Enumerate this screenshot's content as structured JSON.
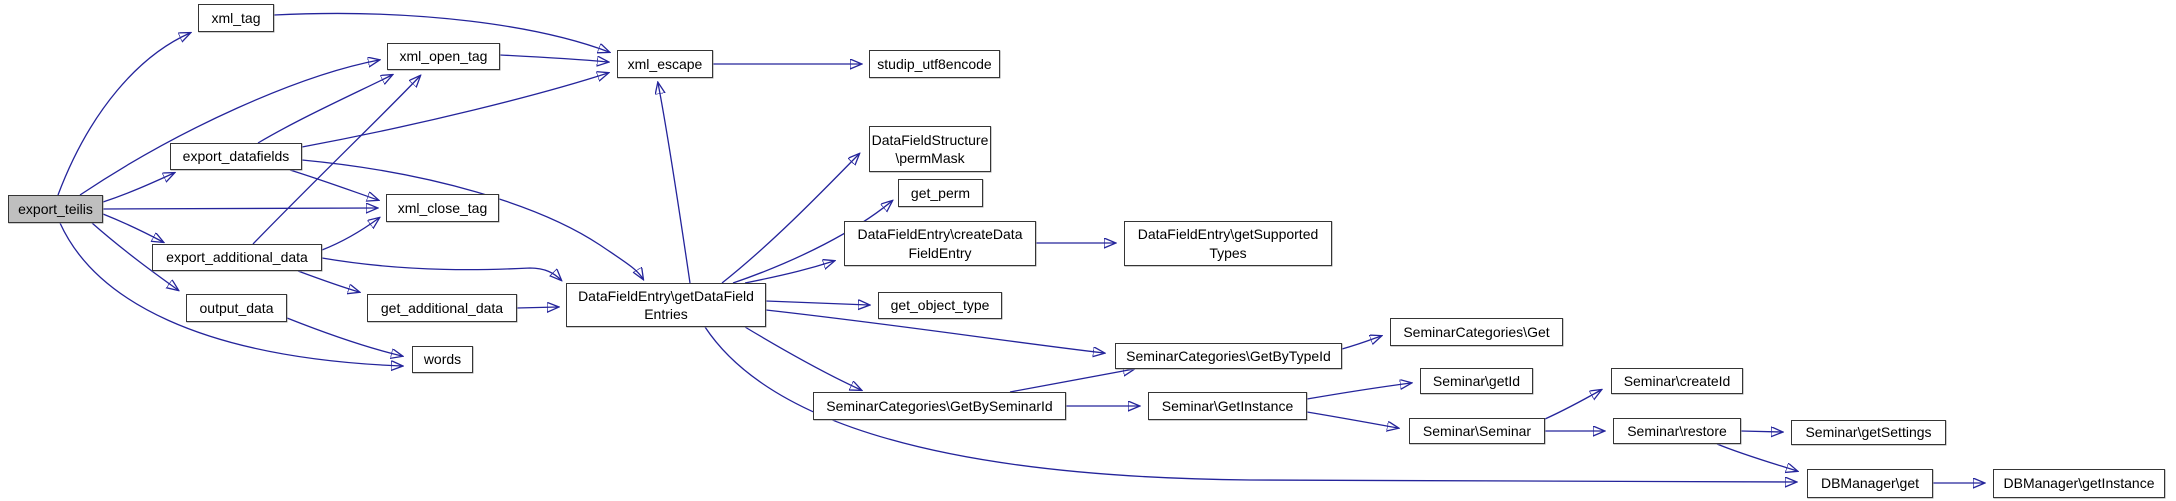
{
  "diagram": {
    "type": "doxygen-call-graph",
    "root": "export_teilis",
    "background_color": "#ffffff",
    "edge_color": "#24249b",
    "node_border_color": "#353535",
    "node_fill_color": "#ffffff",
    "root_fill_color": "#bfbfbf"
  },
  "nodes": {
    "export_teilis": {
      "label": "export_teilis"
    },
    "xml_tag": {
      "label": "xml_tag"
    },
    "xml_open_tag": {
      "label": "xml_open_tag"
    },
    "export_datafields": {
      "label": "export_datafields"
    },
    "xml_close_tag": {
      "label": "xml_close_tag"
    },
    "export_additional_data": {
      "label": "export_additional_data"
    },
    "output_data": {
      "label": "output_data"
    },
    "get_additional_data": {
      "label": "get_additional_data"
    },
    "words": {
      "label": "words"
    },
    "xml_escape": {
      "label": "xml_escape"
    },
    "studip_utf8encode": {
      "label": "studip_utf8encode"
    },
    "datafieldstructure_permmask": {
      "label": "DataFieldStructure\n\\permMask"
    },
    "get_perm": {
      "label": "get_perm"
    },
    "datafieldentry_createdatafieldentry": {
      "label": "DataFieldEntry\\createData\nFieldEntry"
    },
    "datafieldentry_getsupportedtypes": {
      "label": "DataFieldEntry\\getSupported\nTypes"
    },
    "get_object_type": {
      "label": "get_object_type"
    },
    "datafieldentry_getdatafieldentries": {
      "label": "DataFieldEntry\\getDataField\nEntries"
    },
    "seminarcategories_getbytypeid": {
      "label": "SeminarCategories\\GetByTypeId"
    },
    "seminarcategories_get": {
      "label": "SeminarCategories\\Get"
    },
    "seminarcategories_getbyseminarid": {
      "label": "SeminarCategories\\GetBySeminarId"
    },
    "seminar_getinstance": {
      "label": "Seminar\\GetInstance"
    },
    "seminar_getid": {
      "label": "Seminar\\getId"
    },
    "seminar_createid": {
      "label": "Seminar\\createId"
    },
    "seminar_seminar": {
      "label": "Seminar\\Seminar"
    },
    "seminar_restore": {
      "label": "Seminar\\restore"
    },
    "seminar_getsettings": {
      "label": "Seminar\\getSettings"
    },
    "dbmanager_get": {
      "label": "DBManager\\get"
    },
    "dbmanager_getinstance": {
      "label": "DBManager\\getInstance"
    }
  },
  "edges": [
    {
      "from": "export_teilis",
      "to": "xml_tag"
    },
    {
      "from": "export_teilis",
      "to": "xml_open_tag"
    },
    {
      "from": "export_teilis",
      "to": "export_datafields"
    },
    {
      "from": "export_teilis",
      "to": "xml_close_tag"
    },
    {
      "from": "export_teilis",
      "to": "export_additional_data"
    },
    {
      "from": "export_teilis",
      "to": "output_data"
    },
    {
      "from": "export_teilis",
      "to": "words"
    },
    {
      "from": "xml_tag",
      "to": "xml_escape"
    },
    {
      "from": "xml_open_tag",
      "to": "xml_escape"
    },
    {
      "from": "export_datafields",
      "to": "xml_open_tag"
    },
    {
      "from": "export_datafields",
      "to": "xml_close_tag"
    },
    {
      "from": "export_datafields",
      "to": "xml_escape"
    },
    {
      "from": "export_datafields",
      "to": "datafieldentry_getdatafieldentries"
    },
    {
      "from": "export_additional_data",
      "to": "xml_open_tag"
    },
    {
      "from": "export_additional_data",
      "to": "xml_close_tag"
    },
    {
      "from": "export_additional_data",
      "to": "get_additional_data"
    },
    {
      "from": "export_additional_data",
      "to": "datafieldentry_getdatafieldentries"
    },
    {
      "from": "output_data",
      "to": "words"
    },
    {
      "from": "get_additional_data",
      "to": "datafieldentry_getdatafieldentries"
    },
    {
      "from": "xml_escape",
      "to": "studip_utf8encode"
    },
    {
      "from": "datafieldentry_getdatafieldentries",
      "to": "xml_escape"
    },
    {
      "from": "datafieldentry_getdatafieldentries",
      "to": "datafieldstructure_permmask"
    },
    {
      "from": "datafieldentry_getdatafieldentries",
      "to": "get_perm"
    },
    {
      "from": "datafieldentry_getdatafieldentries",
      "to": "datafieldentry_createdatafieldentry"
    },
    {
      "from": "datafieldentry_getdatafieldentries",
      "to": "get_object_type"
    },
    {
      "from": "datafieldentry_getdatafieldentries",
      "to": "seminarcategories_getbytypeid"
    },
    {
      "from": "datafieldentry_getdatafieldentries",
      "to": "seminarcategories_getbyseminarid"
    },
    {
      "from": "datafieldentry_getdatafieldentries",
      "to": "dbmanager_get"
    },
    {
      "from": "datafieldentry_createdatafieldentry",
      "to": "datafieldentry_getsupportedtypes"
    },
    {
      "from": "seminarcategories_getbyseminarid",
      "to": "seminarcategories_getbytypeid"
    },
    {
      "from": "seminarcategories_getbyseminarid",
      "to": "seminar_getinstance"
    },
    {
      "from": "seminarcategories_getbytypeid",
      "to": "seminarcategories_get"
    },
    {
      "from": "seminar_getinstance",
      "to": "seminar_getid"
    },
    {
      "from": "seminar_getinstance",
      "to": "seminar_seminar"
    },
    {
      "from": "seminar_seminar",
      "to": "seminar_createid"
    },
    {
      "from": "seminar_seminar",
      "to": "seminar_restore"
    },
    {
      "from": "seminar_restore",
      "to": "seminar_getsettings"
    },
    {
      "from": "seminar_restore",
      "to": "dbmanager_get"
    },
    {
      "from": "dbmanager_get",
      "to": "dbmanager_getinstance"
    }
  ]
}
